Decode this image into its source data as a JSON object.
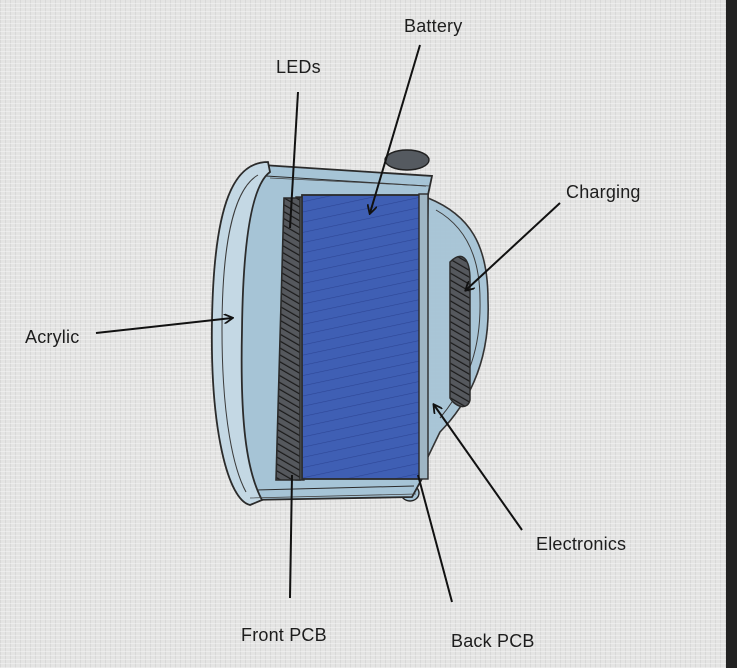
{
  "diagram": {
    "labels": {
      "battery": "Battery",
      "leds": "LEDs",
      "charging": "Charging",
      "acrylic": "Acrylic",
      "electronics": "Electronics",
      "front_pcb": "Front PCB",
      "back_pcb": "Back PCB"
    },
    "colors": {
      "casing": "#a6c4d6",
      "casing_light": "#c4d8e4",
      "battery": "#3f5fb4",
      "led_block": "#4a4d52",
      "outline": "#2b2b2b",
      "text": "#1d1d1d"
    }
  }
}
